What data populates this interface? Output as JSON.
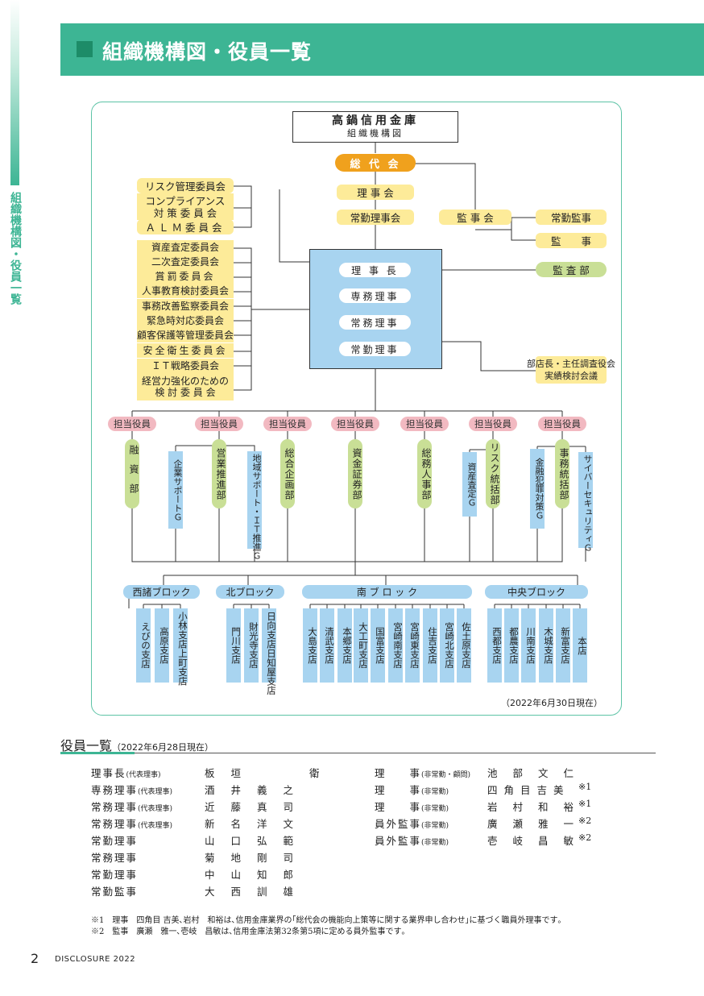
{
  "header": {
    "title": "組織機構図・役員一覧"
  },
  "sidebar": {
    "text": "組織機構図・役員一覧"
  },
  "chart": {
    "title": "高鍋信用金庫",
    "subtitle": "組織機構図",
    "sodaikai": "総 代 会",
    "rijikai": "理 事 会",
    "jokin_rijikai": "常勤理事会",
    "kanjikai": "監 事 会",
    "jokin_kanji": "常勤監事",
    "kanji": "監　　事",
    "kansabu": "監 査 部",
    "committees_a": [
      "リスク管理委員会",
      "コンプライアンス\n対 策 委 員 会",
      "ＡＬＭ委員会"
    ],
    "committees_b": [
      "資産査定委員会",
      "二次査定委員会",
      "賞罰委員会",
      "人事教育検討委員会",
      "事務改善監察委員会",
      "緊急時対応委員会",
      "顧客保護等管理委員会",
      "安全衛生委員会",
      "ＩＴ戦略委員会",
      "経営力強化のための\n検 討 委 員 会"
    ],
    "exec": [
      "理 事 長",
      "専務理事",
      "常務理事",
      "常勤理事"
    ],
    "shitencho": "部店長・主任調査役会\n実績検討会議",
    "tanto": "担当役員",
    "depts": [
      "融資部",
      "営業推進部",
      "総合企画部",
      "資金証券部",
      "総務人事部",
      "リスク統括部",
      "事務統括部"
    ],
    "groups": [
      "企業サポートＧ",
      "地域サポート・ＩＴ推進Ｇ",
      "資産査定Ｇ",
      "金融犯罪対策Ｇ",
      "サイバーセキュリティＧ"
    ],
    "blocks": [
      {
        "name": "西諸ブロック",
        "branches": [
          "えびの支店",
          "高原支店",
          "小林支店上町支店"
        ]
      },
      {
        "name": "北ブロック",
        "branches": [
          "門川支店",
          "財光寺支店",
          "日向支店日知屋支店"
        ]
      },
      {
        "name": "南 ブ ロ ッ ク",
        "branches": [
          "大島支店",
          "清武支店",
          "本郷支店",
          "大工町支店",
          "国富支店",
          "宮崎南支店",
          "宮崎東支店",
          "住吉支店",
          "宮崎北支店",
          "佐土原支店"
        ]
      },
      {
        "name": "中央ブロック",
        "branches": [
          "西都支店",
          "都農支店",
          "川南支店",
          "木城支店",
          "新富支店",
          "本店"
        ]
      }
    ],
    "as_of": "（2022年6月30日現在）"
  },
  "officers": {
    "heading": "役員一覧",
    "heading_date": "（2022年6月28日現在）",
    "left": [
      {
        "title": "理事長",
        "note": "(代表理事)",
        "name": "板垣　　衛"
      },
      {
        "title": "専務理事",
        "note": "(代表理事)",
        "name": "酒井義之"
      },
      {
        "title": "常務理事",
        "note": "(代表理事)",
        "name": "近藤真司"
      },
      {
        "title": "常務理事",
        "note": "(代表理事)",
        "name": "新名洋文"
      },
      {
        "title": "常勤理事",
        "note": "",
        "name": "山口弘範"
      },
      {
        "title": "常務理事",
        "note": "",
        "name": "菊地剛司"
      },
      {
        "title": "常勤理事",
        "note": "",
        "name": "中山知郎"
      },
      {
        "title": "常勤監事",
        "note": "",
        "name": "大西訓雄"
      }
    ],
    "right": [
      {
        "title": "理　　事",
        "note": "(非常勤・顧問)",
        "name": "池部文仁",
        "mark": ""
      },
      {
        "title": "理　　事",
        "note": "(非常勤)",
        "name": "四角目吉美",
        "mark": "※1"
      },
      {
        "title": "理　　事",
        "note": "(非常勤)",
        "name": "岩村和裕",
        "mark": "※1"
      },
      {
        "title": "員外監事",
        "note": "(非常勤)",
        "name": "廣瀬雅一",
        "mark": "※2"
      },
      {
        "title": "員外監事",
        "note": "(非常勤)",
        "name": "壱岐昌敏",
        "mark": "※2"
      }
    ],
    "notes": [
      "※1　理事　四角目 吉美､岩村　和裕は､信用金庫業界の｢総代会の機能向上策等に関する業界申し合わせ｣に基づく職員外理事です｡",
      "※2　監事　廣瀬　雅一､壱岐　昌敏は､信用金庫法第32条第5項に定める員外監事です｡"
    ]
  },
  "footer": {
    "page": "2",
    "label": "DISCLOSURE 2022"
  },
  "colors": {
    "accent": "#3db594",
    "yellow": "#fdeb99",
    "green": "#c9df96",
    "blue": "#a8d4f0",
    "pink": "#f2b9c1",
    "orange": "#f0a11d"
  }
}
